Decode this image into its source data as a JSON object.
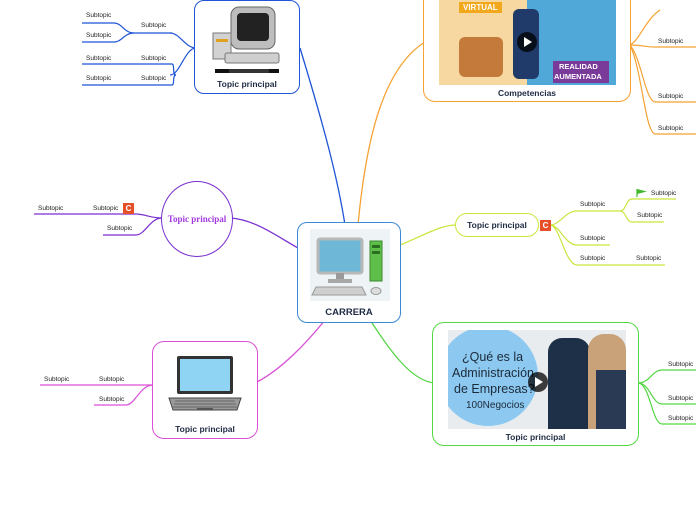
{
  "central": {
    "label": "CARRERA"
  },
  "topics": {
    "top_left": {
      "label": "Topic principal",
      "subtopics": [
        "Subtopic",
        "Subtopic",
        "Subtopic",
        "Subtopic",
        "Subtopic",
        "Subtopic",
        "Subtopic"
      ]
    },
    "top_right": {
      "label": "Competencias",
      "video_text_1": "VIRTUAL",
      "video_text_2": "REALIDAD",
      "video_text_3": "AUMENTADA",
      "subtopics": [
        "Subtopic",
        "Subtopic",
        "Subtopic"
      ]
    },
    "mid_left": {
      "label": "Topic principal",
      "badge": "C",
      "subtopics": [
        "Subtopic",
        "Subtopic",
        "Subtopic"
      ]
    },
    "mid_right": {
      "label": "Topic principal",
      "badge": "C",
      "subtopics": [
        "Subtopic",
        "Subtopic",
        "Subtopic",
        "Subtopic",
        "Subtopic",
        "Subtopic"
      ]
    },
    "bottom_left": {
      "label": "Topic principal",
      "subtopics": [
        "Subtopic",
        "Subtopic",
        "Subtopic"
      ]
    },
    "bottom_right": {
      "label": "Topic principal",
      "video_title_1": "¿Qué es la",
      "video_title_2": "Administración",
      "video_title_3": "de Empresas?",
      "video_brand": "100Negocios",
      "subtopics": [
        "Subtopic",
        "Subtopic",
        "Subtopic"
      ]
    }
  },
  "colors": {
    "top_left": "#1f55d6",
    "top_right": "#f5a232",
    "mid_left": "#7a2fd0",
    "mid_right": "#c8e63c",
    "bottom_left": "#d94fd6",
    "bottom_right": "#55d645",
    "central": "#3a8ad6",
    "badge": "#e5502b",
    "flag": "#44b82c"
  }
}
